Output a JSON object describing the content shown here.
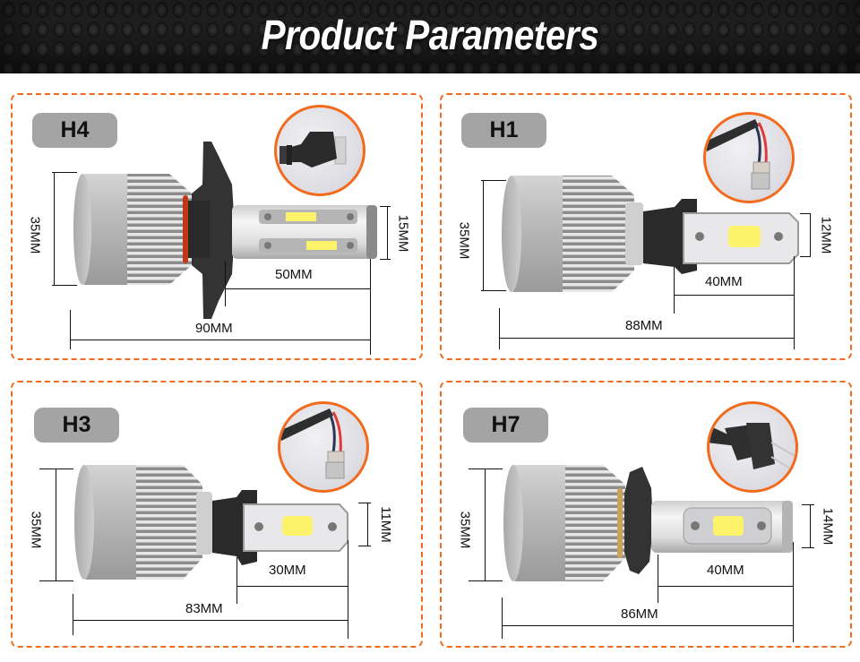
{
  "header": {
    "title": "Product Parameters"
  },
  "colors": {
    "accent_orange": "#f26a1b",
    "badge_gray": "#a4a4a4",
    "led_yellow": "#fdf36a"
  },
  "products": [
    {
      "model": "H4",
      "diameter": "35MM",
      "total_length": "90MM",
      "led_length": "50MM",
      "led_width": "15MM",
      "connector": "h4-plug-icon"
    },
    {
      "model": "H1",
      "diameter": "35MM",
      "total_length": "88MM",
      "led_length": "40MM",
      "led_width": "12MM",
      "connector": "h1-wire-connector-icon"
    },
    {
      "model": "H3",
      "diameter": "35MM",
      "total_length": "83MM",
      "led_length": "30MM",
      "led_width": "11MM",
      "connector": "h3-wire-connector-icon"
    },
    {
      "model": "H7",
      "diameter": "35MM",
      "total_length": "86MM",
      "led_length": "40MM",
      "led_width": "14MM",
      "connector": "h7-plug-icon"
    }
  ]
}
